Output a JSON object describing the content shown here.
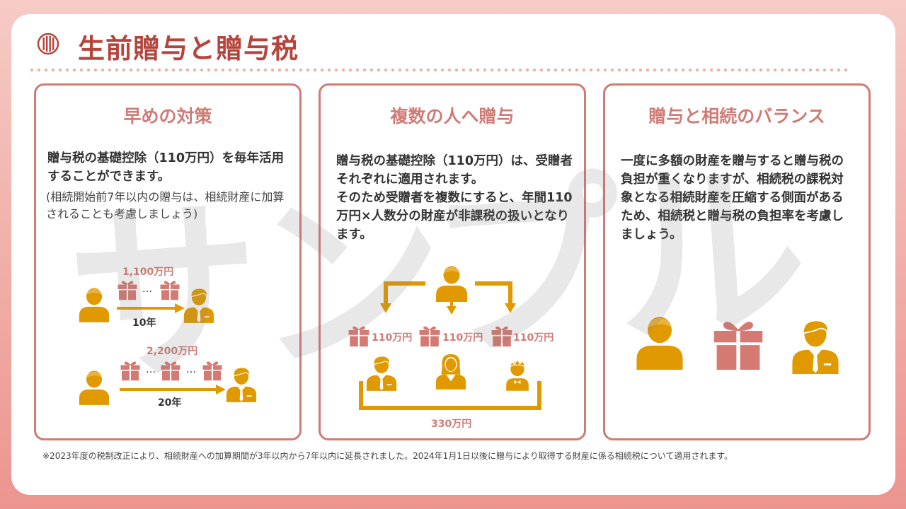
{
  "header": {
    "title": "生前贈与と贈与税"
  },
  "watermark": "サンプル",
  "panels": [
    {
      "title": "早めの対策",
      "text": "贈与税の基礎控除（110万円）を毎年活用することができます。",
      "subtext": "(相続開始前7年以内の贈与は、相続財産に加算されることも考慮しましょう)",
      "diagram": {
        "row1_amount": "1,100万円",
        "row1_years": "10年",
        "row2_amount": "2,200万円",
        "row2_years": "20年",
        "ellipsis": "…"
      }
    },
    {
      "title": "複数の人へ贈与",
      "text1": "贈与税の基礎控除（110万円）は、受贈者それぞれに適用されます。",
      "text2": "そのため受贈者を複数にすると、年間110万円×人数分の財産が非課税の扱いとなります。",
      "diagram": {
        "gift_amounts": [
          "110万円",
          "110万円",
          "110万円"
        ],
        "total": "330万円"
      }
    },
    {
      "title": "贈与と相続のバランス",
      "text": "一度に多額の財産を贈与すると贈与税の負担が重くなりますが、相続税の課税対象となる相続財産を圧縮する側面があるため、相続税と贈与税の負担率を考慮しましょう。"
    }
  ],
  "footnote": "※2023年度の税制改正により、相続財産への加算期間が3年以内から7年以内に延長されました。2024年1月1日以後に贈与により取得する財産に係る相続税について適用されます。",
  "colors": {
    "accent": "#cf7b76",
    "title": "#b5443c",
    "icon": "#e09a00",
    "gift": "#d57a72"
  }
}
